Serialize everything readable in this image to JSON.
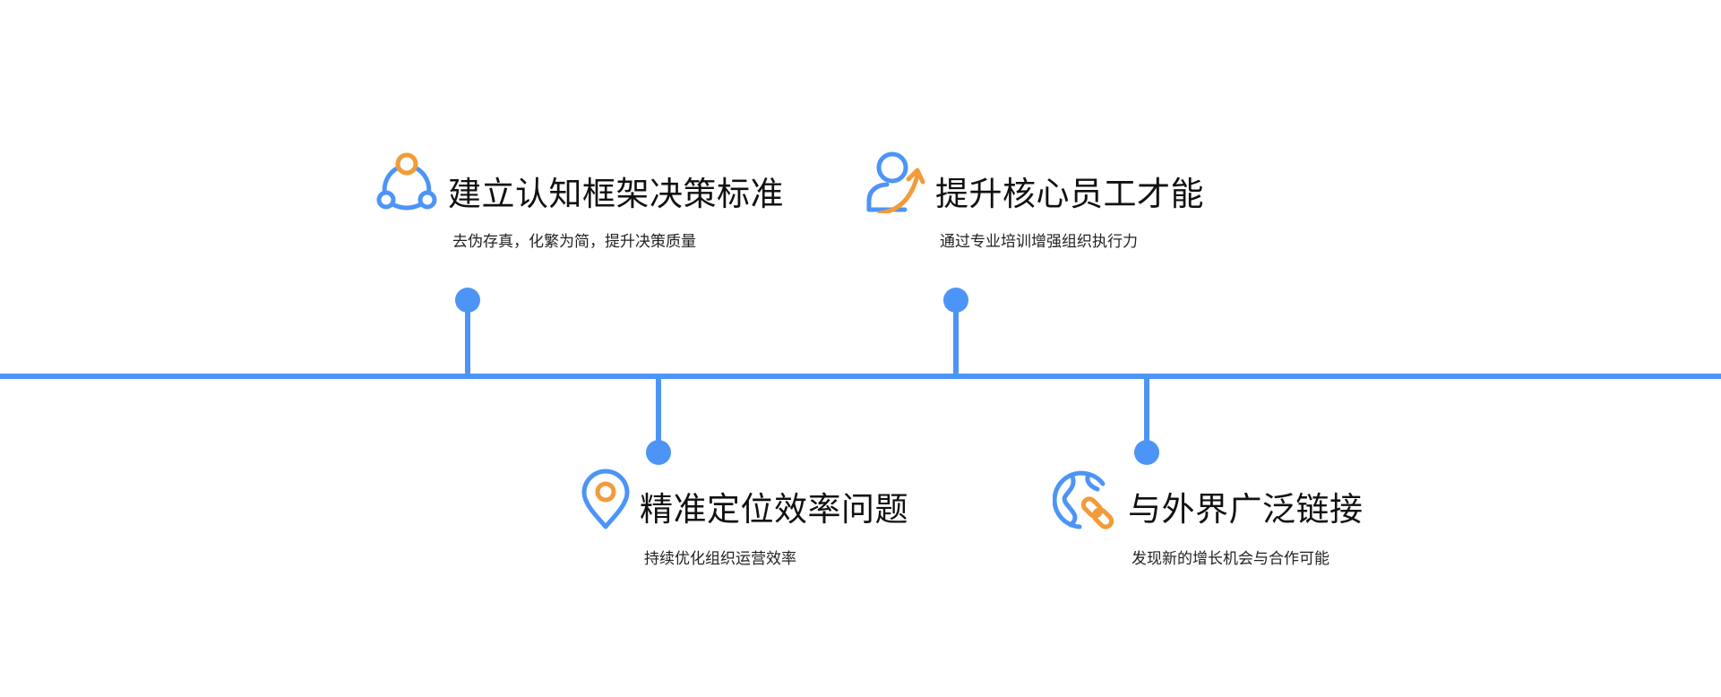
{
  "colors": {
    "accent_blue": "#4d94f7",
    "accent_orange": "#f29b3a",
    "title_text": "#111111",
    "desc_text": "#222222",
    "background": "#ffffff"
  },
  "timeline": {
    "items": [
      {
        "title": "建立认知框架决策标准",
        "desc": "去伪存真，化繁为简，提升决策质量",
        "icon": "network-nodes-icon",
        "position": "above"
      },
      {
        "title": "精准定位效率问题",
        "desc": "持续优化组织运营效率",
        "icon": "location-pin-icon",
        "position": "below"
      },
      {
        "title": "提升核心员工才能",
        "desc": "通过专业培训增强组织执行力",
        "icon": "user-growth-icon",
        "position": "above"
      },
      {
        "title": "与外界广泛链接",
        "desc": "发现新的增长机会与合作可能",
        "icon": "globe-link-icon",
        "position": "below"
      }
    ]
  }
}
